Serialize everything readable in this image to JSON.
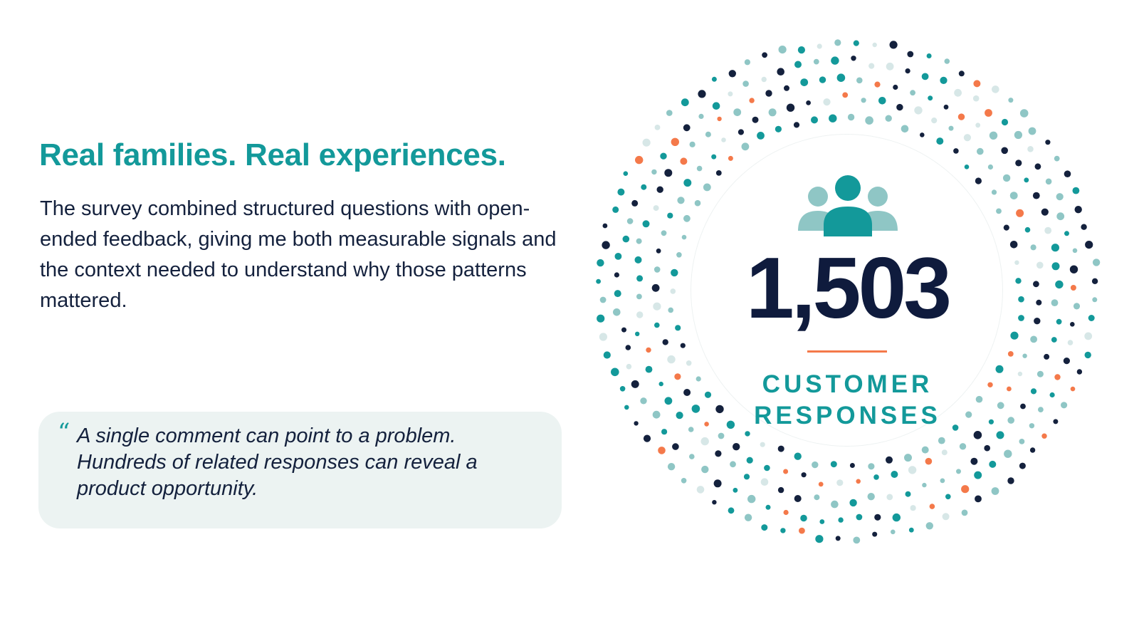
{
  "headline": "Real families. Real experiences.",
  "body": "The survey combined structured questions with open-ended feedback, giving me both measurable signals and the context needed to understand why those patterns mattered.",
  "quote": {
    "mark": "“",
    "text": "A single comment can point to a problem. Hundreds of related responses can reveal a product opportunity."
  },
  "stat": {
    "icon": "people-group-icon",
    "number": "1,503",
    "label_line1": "CUSTOMER",
    "label_line2": "RESPONSES"
  },
  "colors": {
    "teal": "#13999a",
    "navy": "#14213d",
    "orange": "#f4794a",
    "light_teal": "#8fc6c5",
    "pale": "#d7e7e7",
    "quote_bg": "#ecf3f2"
  }
}
